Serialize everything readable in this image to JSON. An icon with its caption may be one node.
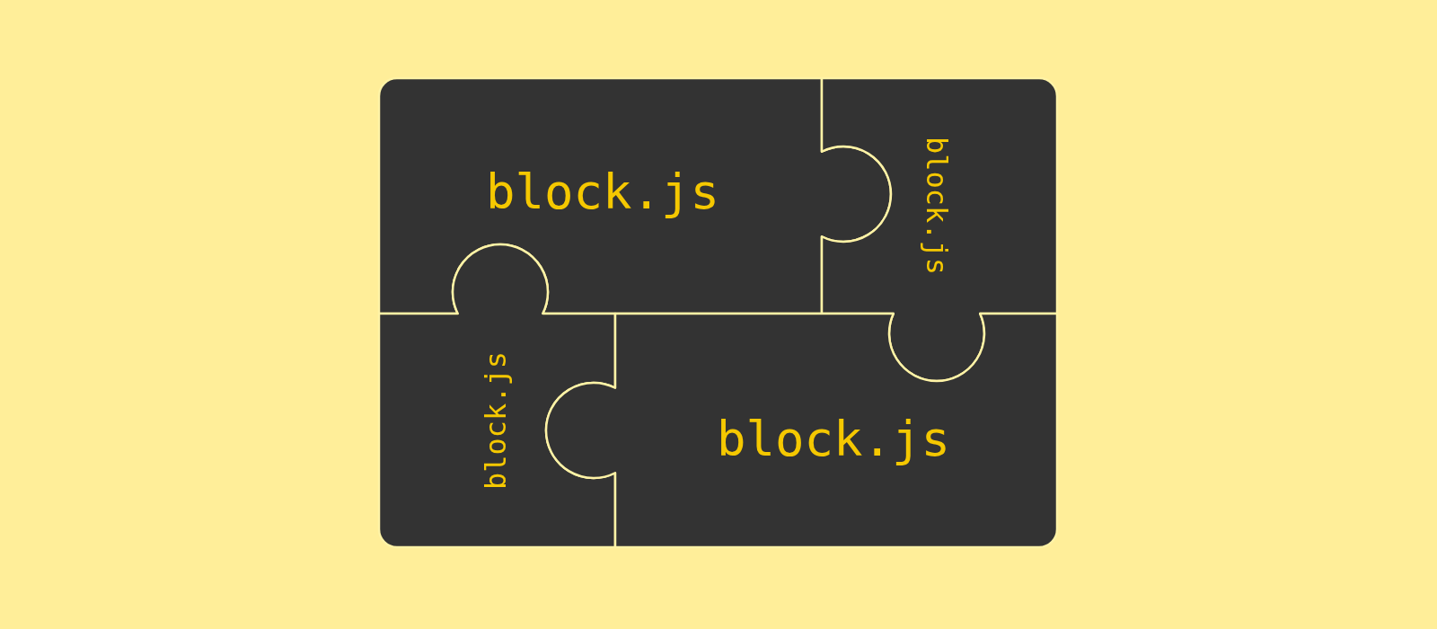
{
  "diagram": {
    "nodes": [
      {
        "text": [
          "block.js"
        ]
      },
      {
        "text": [
          "block.js"
        ]
      },
      {
        "text": [
          "block.js"
        ]
      },
      {
        "text": [
          "block.js"
        ]
      }
    ]
  }
}
